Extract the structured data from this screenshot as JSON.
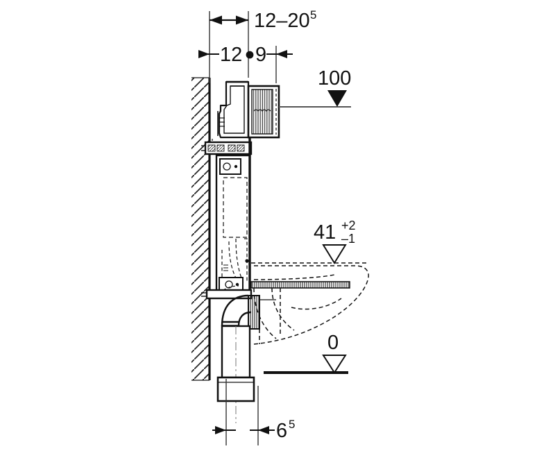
{
  "drawing": {
    "type": "technical-section-drawing",
    "subject": "Concealed cistern installation frame with wall-hung WC pan, sectional elevation",
    "units": "cm",
    "background_color": "#ffffff",
    "line_color": "#111111",
    "hatch_color": "#333333"
  },
  "dimensions": {
    "top_overall": {
      "label": "12–20",
      "superscript": "5",
      "full_text": "12–20⁵",
      "name": "wall-to-frame-face-range"
    },
    "top_inner_left": {
      "label": "12",
      "name": "wall-offset"
    },
    "top_inner_separator": {
      "label": "•",
      "name": "dimension-dot-separator"
    },
    "top_inner_right": {
      "label": "9",
      "name": "actuator-depth"
    },
    "bottom": {
      "label": "6",
      "superscript": "5",
      "full_text": "6⁵",
      "name": "drain-pipe-offset"
    }
  },
  "levels": [
    {
      "value": "100",
      "marker": "filled-triangle",
      "name": "level-actuator-plate-height",
      "line_style": "solid"
    },
    {
      "value": "41",
      "tolerance_upper": "+2",
      "tolerance_lower": "–1",
      "marker": "open-triangle",
      "name": "level-bowl-rim-height",
      "line_style": "dashed"
    },
    {
      "value": "0",
      "marker": "open-triangle",
      "name": "level-finished-floor",
      "line_style": "solid-thick"
    }
  ],
  "components": [
    {
      "name": "wall-hatching",
      "description": "Hatched masonry wall at left, 45 degree hatch lines"
    },
    {
      "name": "flush-valve-assembly",
      "description": "Flush valve / inspection opening at top of cistern"
    },
    {
      "name": "actuator-plate",
      "description": "Striped rectangular actuator plate opening"
    },
    {
      "name": "cistern-body",
      "description": "Concealed cistern with hidden internal detail shown dashed"
    },
    {
      "name": "installation-frame",
      "description": "Vertical steel installation frame profile"
    },
    {
      "name": "wall-bracket-upper",
      "description": "Upper wall fixing bracket with bolt"
    },
    {
      "name": "wall-bracket-lower",
      "description": "Lower wall fixing bracket"
    },
    {
      "name": "flush-pipe-connector",
      "description": "Flush pipe connector to WC pan"
    },
    {
      "name": "wc-pan-outline",
      "description": "Wall-hung WC pan shown as dashed reference outline"
    },
    {
      "name": "waste-elbow",
      "description": "Waste water elbow bend below cistern"
    },
    {
      "name": "waste-pipe",
      "description": "Vertical waste pipe"
    },
    {
      "name": "waste-pipe-socket",
      "description": "Waste pipe socket / collar at bottom"
    },
    {
      "name": "floor-line",
      "description": "Finished floor level reference line"
    }
  ]
}
